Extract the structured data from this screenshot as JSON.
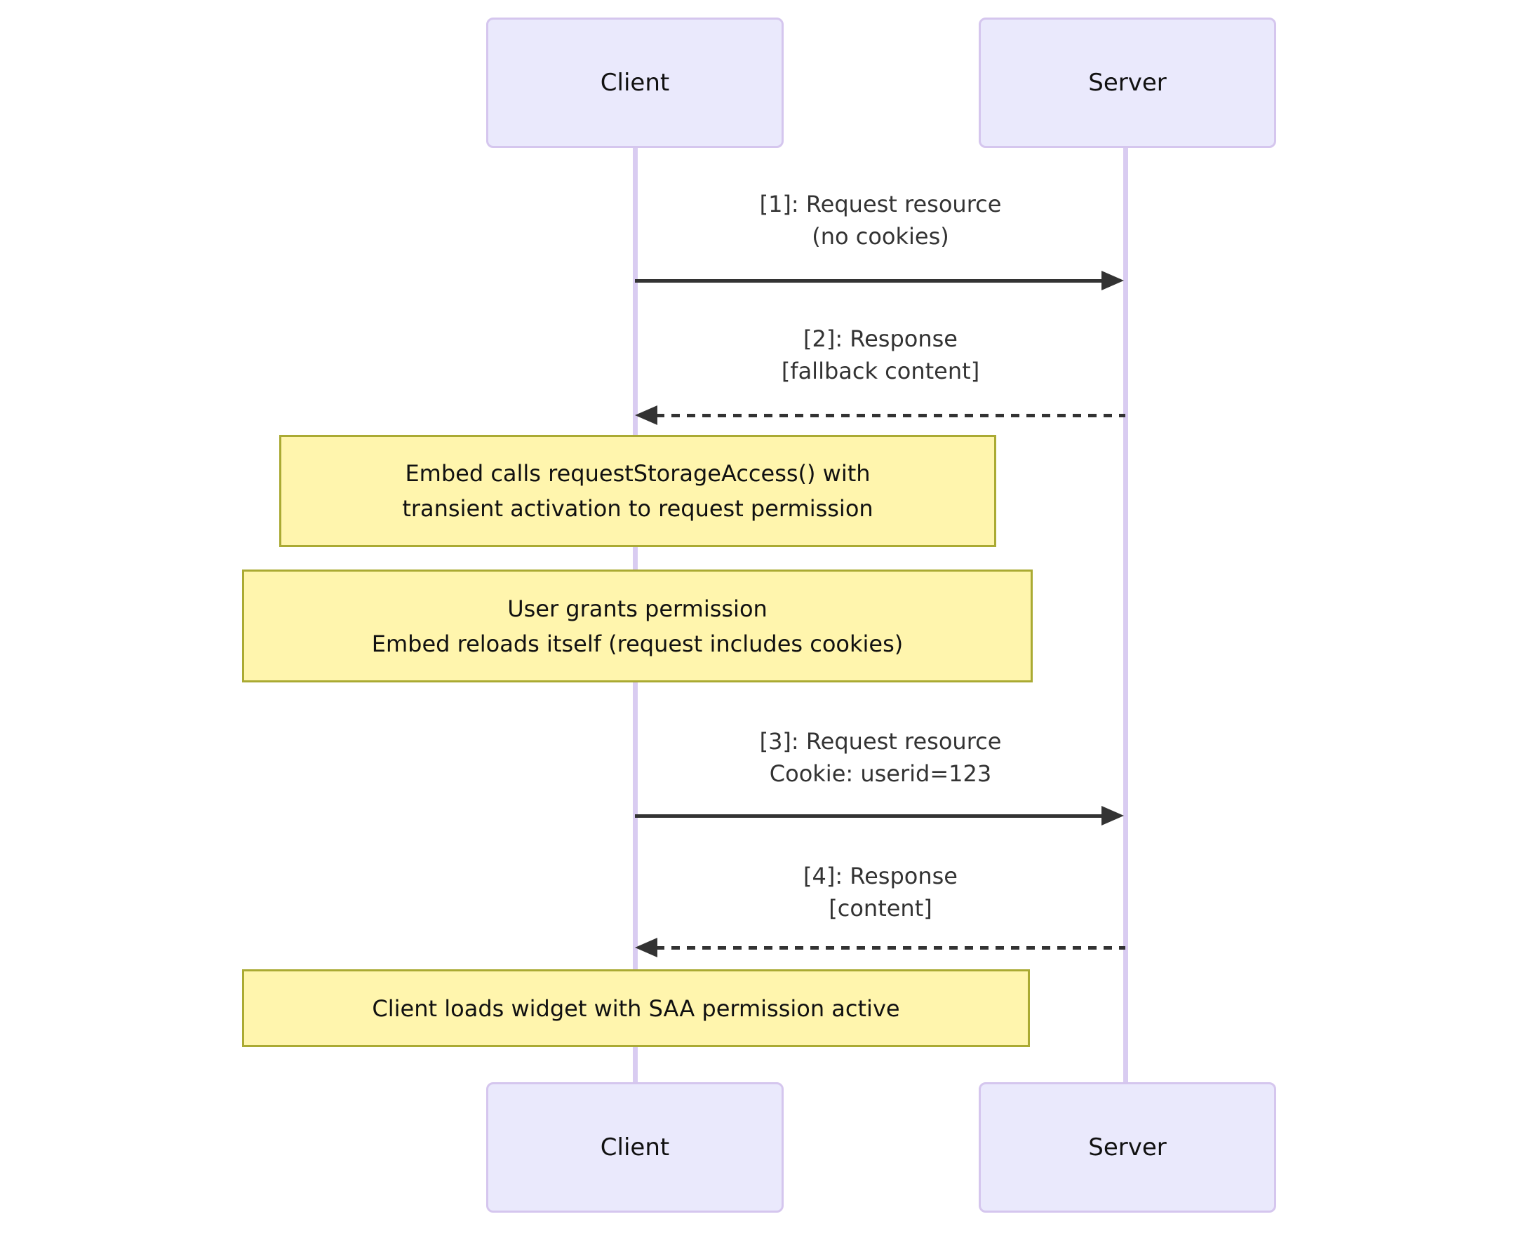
{
  "diagram": {
    "type": "sequence",
    "colors": {
      "background": "#FFFFFF",
      "actor_fill": "#EAE9FC",
      "actor_border": "#D5C6EE",
      "lifeline": "#D9CCF1",
      "note_fill": "#FFF5AD",
      "note_border": "#AAAA33",
      "arrow": "#333333",
      "message_text": "#333333"
    },
    "actors": [
      {
        "id": "client",
        "label": "Client"
      },
      {
        "id": "server",
        "label": "Server"
      }
    ],
    "messages": [
      {
        "seq": 1,
        "from": "Client",
        "to": "Server",
        "arrow": "solid",
        "direction": "right",
        "lines": [
          "[1]: Request resource",
          "(no cookies)"
        ]
      },
      {
        "seq": 2,
        "from": "Server",
        "to": "Client",
        "arrow": "dashed",
        "direction": "left",
        "lines": [
          "[2]: Response",
          "[fallback content]"
        ]
      },
      {
        "seq": 3,
        "from": "Client",
        "to": "Server",
        "arrow": "solid",
        "direction": "right",
        "lines": [
          "[3]: Request resource",
          "Cookie: userid=123"
        ]
      },
      {
        "seq": 4,
        "from": "Server",
        "to": "Client",
        "arrow": "dashed",
        "direction": "left",
        "lines": [
          "[4]: Response",
          "[content]"
        ]
      }
    ],
    "notes": [
      {
        "over": "Client",
        "lines": [
          "Embed calls requestStorageAccess() with",
          "transient activation to request permission"
        ]
      },
      {
        "over": "Client",
        "lines": [
          "User grants permission",
          "Embed reloads itself (request includes cookies)"
        ]
      },
      {
        "over": "Client",
        "lines": [
          "Client loads widget with SAA permission active"
        ]
      }
    ]
  }
}
